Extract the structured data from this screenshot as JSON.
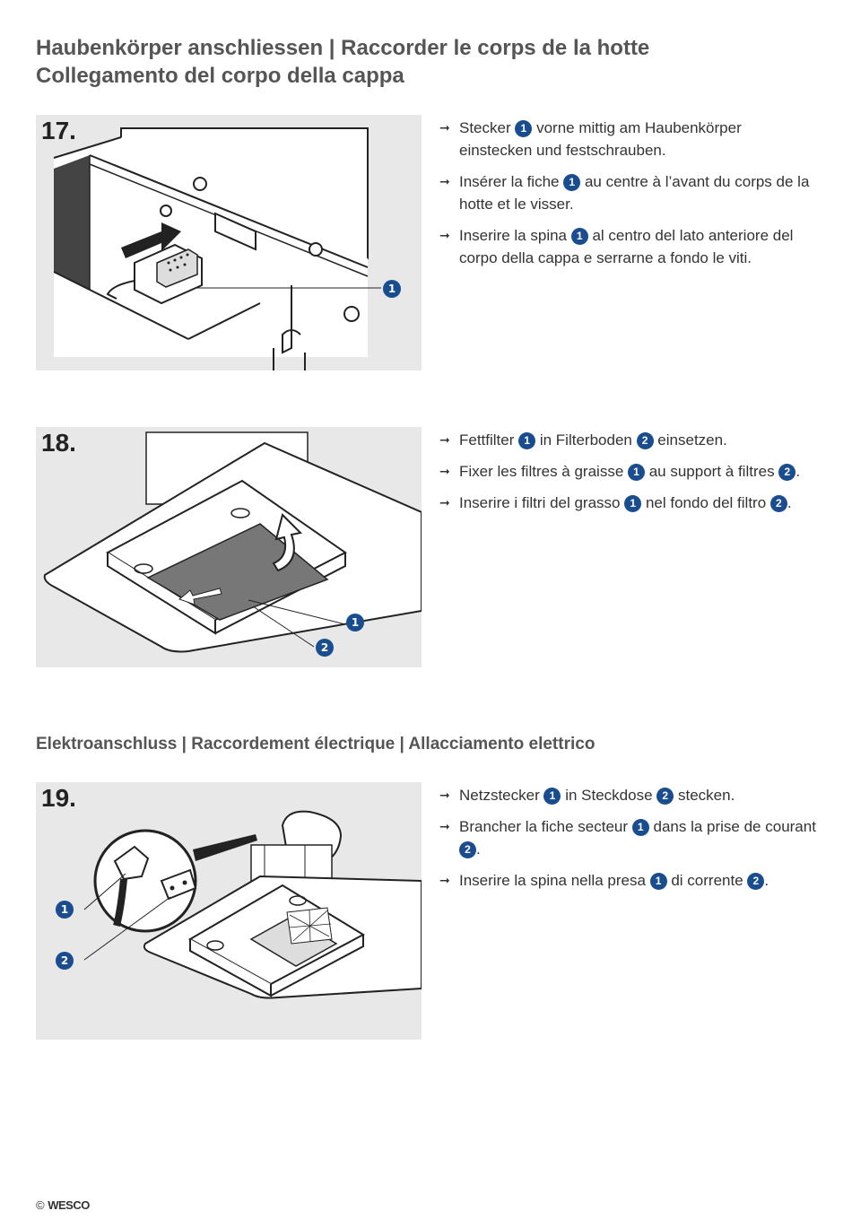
{
  "header": {
    "title_line1": "Haubenkörper anschliessen | Raccorder le corps de la hotte",
    "title_line2": "Collegamento del corpo della cappa"
  },
  "steps": [
    {
      "number": "17.",
      "callouts": [
        "1"
      ],
      "instructions": [
        {
          "parts": [
            "Stecker ",
            "1",
            " vorne mittig am Haubenkörper einstecken und festschrauben."
          ]
        },
        {
          "parts": [
            "Insérer la fiche ",
            "1",
            " au centre à l’avant du corps de la hotte et le visser."
          ]
        },
        {
          "parts": [
            "Inserire la spina ",
            "1",
            " al centro del lato anteriore del corpo della cappa e serrarne a fondo le viti."
          ]
        }
      ]
    },
    {
      "number": "18.",
      "callouts": [
        "1",
        "2"
      ],
      "instructions": [
        {
          "parts": [
            "Fettfilter ",
            "1",
            " in Filterboden ",
            "2",
            " einsetzen."
          ]
        },
        {
          "parts": [
            "Fixer les filtres à graisse ",
            "1",
            " au support à filtres ",
            "2",
            "."
          ]
        },
        {
          "parts": [
            "Inserire i filtri del grasso ",
            "1",
            " nel fondo del filtro ",
            "2",
            "."
          ]
        }
      ]
    },
    {
      "number": "19.",
      "callouts": [
        "1",
        "2"
      ],
      "instructions": [
        {
          "parts": [
            "Netzstecker ",
            "1",
            " in Steckdose ",
            "2",
            " stecken."
          ]
        },
        {
          "parts": [
            "Brancher la fiche secteur ",
            "1",
            " dans la prise de courant ",
            "2",
            "."
          ]
        },
        {
          "parts": [
            "Inserire la spina nella presa ",
            "1",
            " di corrente ",
            "2",
            "."
          ]
        }
      ]
    }
  ],
  "section2": {
    "title": "Elektroanschluss | Raccordement électrique | Allacciamento elettrico"
  },
  "footer": {
    "copyright": "©",
    "brand": "WESCO"
  },
  "colors": {
    "badge": "#1a4d8f",
    "panel": "#e8e8e8",
    "title": "#555555"
  },
  "icons": {
    "list_marker": "arrow-right-icon"
  }
}
